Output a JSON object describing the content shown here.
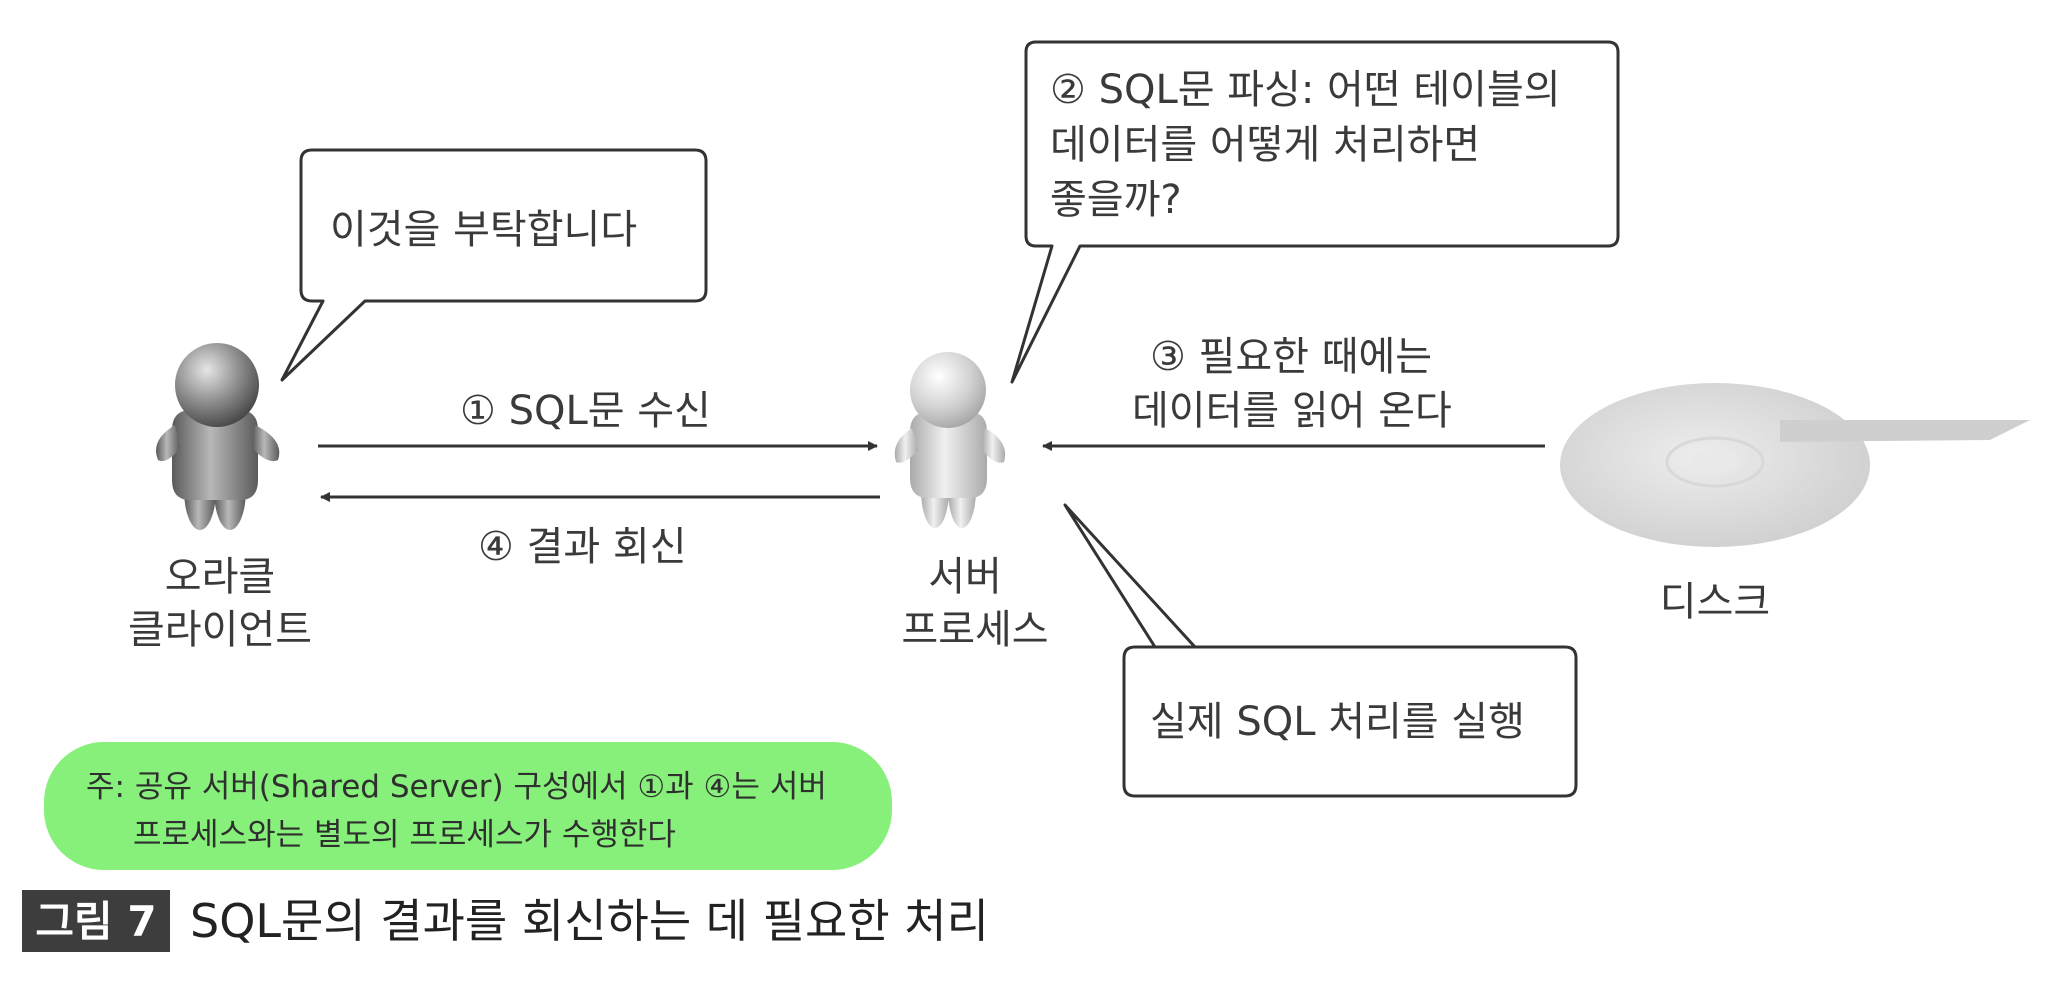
{
  "client": {
    "label_line1": "오라클",
    "label_line2": "클라이언트"
  },
  "server": {
    "label_line1": "서버",
    "label_line2": "프로세스"
  },
  "disk": {
    "label": "디스크"
  },
  "bubbles": {
    "client_request": "이것을 부탁합니다",
    "parse_line1": "② SQL문 파싱: 어떤 테이블의",
    "parse_line2": "데이터를 어떻게 처리하면",
    "parse_line3": "좋을까?",
    "execute": "실제 SQL 처리를 실행"
  },
  "arrows": {
    "receive": "① SQL문 수신",
    "reply": "④ 결과 회신",
    "read_line1": "③ 필요한 때에는",
    "read_line2": "데이터를 읽어 온다"
  },
  "note": {
    "line1": "주: 공유 서버(Shared Server) 구성에서 ①과 ④는 서버",
    "line2": "프로세스와는 별도의 프로세스가 수행한다"
  },
  "caption": {
    "badge": "그림 7",
    "title": "SQL문의 결과를 회신하는 데 필요한 처리"
  },
  "colors": {
    "note_bg": "#86f07a",
    "badge_bg": "#3d3d3d",
    "arrow": "#333333",
    "bubble_stroke": "#333333"
  }
}
